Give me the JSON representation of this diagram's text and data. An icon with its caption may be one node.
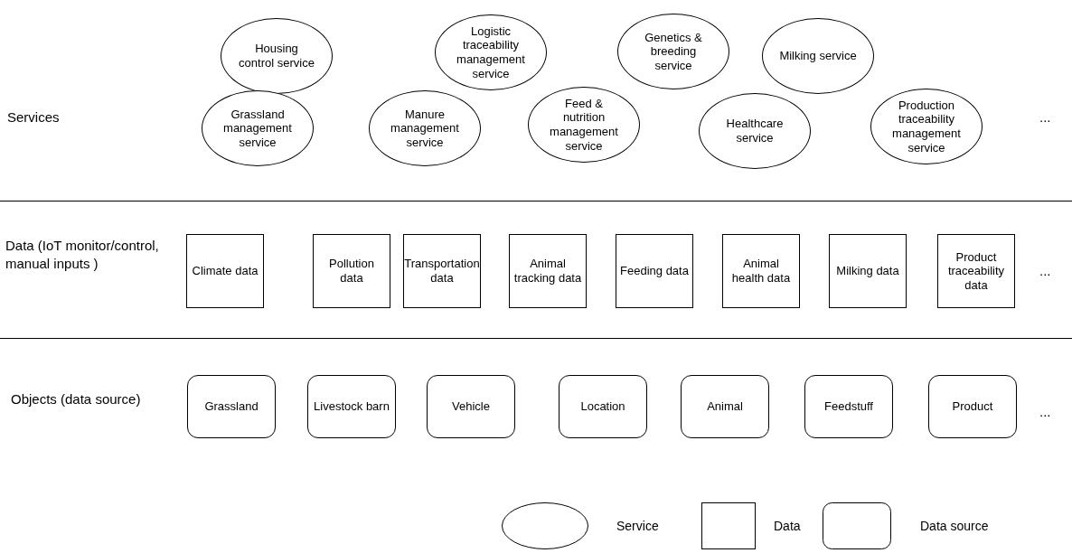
{
  "diagram": {
    "nodes": [
      {
        "text": [
          "Housing control service"
        ]
      },
      {
        "text": [
          "Logistic traceability management service"
        ]
      },
      {
        "text": [
          "Genetics & breeding service"
        ]
      },
      {
        "text": [
          "Milking service"
        ]
      },
      {
        "text": [
          "Grassland management service"
        ]
      },
      {
        "text": [
          "Manure management service"
        ]
      },
      {
        "text": [
          "Feed & nutrition management service"
        ]
      },
      {
        "text": [
          "Healthcare service"
        ]
      },
      {
        "text": [
          "Production traceability management service"
        ]
      },
      {
        "text": [
          "Climate data"
        ]
      },
      {
        "text": [
          "Pollution data"
        ]
      },
      {
        "text": [
          "Transportation data"
        ]
      },
      {
        "text": [
          "Animal tracking data"
        ]
      },
      {
        "text": [
          "Feeding data"
        ]
      },
      {
        "text": [
          "Animal health data"
        ]
      },
      {
        "text": [
          "Milking data"
        ]
      },
      {
        "text": [
          "Product traceability data"
        ]
      },
      {
        "text": [
          "Grassland"
        ]
      },
      {
        "text": [
          "Livestock barn"
        ]
      },
      {
        "text": [
          "Vehicle"
        ]
      },
      {
        "text": [
          "Location"
        ]
      },
      {
        "text": [
          "Animal"
        ]
      },
      {
        "text": [
          "Feedstuff"
        ]
      },
      {
        "text": [
          "Product"
        ]
      }
    ],
    "labels": [
      "Services",
      "...",
      "Data (IoT monitor/control, manual inputs )",
      "...",
      "Objects (data source)",
      "..."
    ],
    "legend": [
      {
        "text": "Service"
      },
      {
        "text": "Data"
      },
      {
        "text": "Data source"
      }
    ]
  }
}
